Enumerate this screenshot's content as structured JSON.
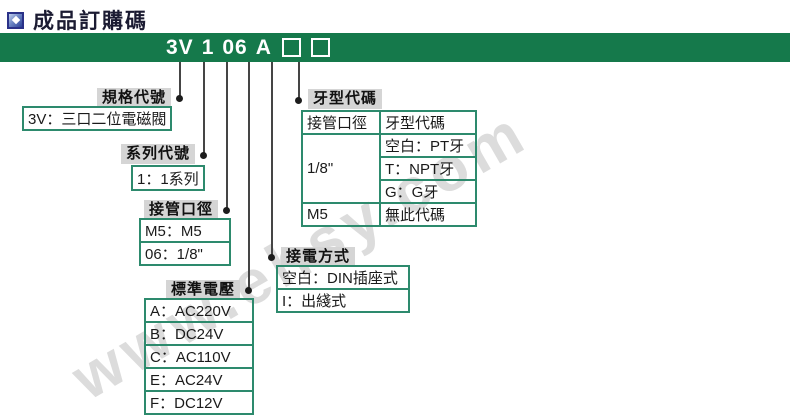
{
  "page": {
    "title": "成品訂購碼",
    "watermark": "www.ehsy.com"
  },
  "banner": {
    "code_parts": [
      "3V",
      "1",
      "06",
      "A"
    ],
    "placeholder_count": 2
  },
  "sections": {
    "spec": {
      "label": "規格代號",
      "rows": [
        "3V：三口二位電磁閥"
      ]
    },
    "series": {
      "label": "系列代號",
      "rows": [
        "1：1系列"
      ]
    },
    "port": {
      "label": "接管口徑",
      "rows": [
        "M5：M5",
        "06：1/8\""
      ]
    },
    "voltage": {
      "label": "標準電壓",
      "rows": [
        "A：AC220V",
        "B：DC24V",
        "C：AC110V",
        "E：AC24V",
        "F：DC12V"
      ]
    },
    "electrical": {
      "label": "接電方式",
      "rows": [
        "空白：DIN插座式",
        "I：出綫式"
      ]
    },
    "thread": {
      "label": "牙型代碼",
      "table": {
        "headers": [
          "接管口徑",
          "牙型代碼"
        ],
        "groups": [
          {
            "port": "1/8\"",
            "codes": [
              "空白：PT牙",
              "T：NPT牙",
              "G：G牙"
            ]
          },
          {
            "port": "M5",
            "codes": [
              "無此代碼"
            ]
          }
        ]
      }
    }
  },
  "colors": {
    "banner_green": "#15794b",
    "box_border_green": "#2d8a6d",
    "label_gray": "#d5d5d5",
    "watermark_gray": "#dcdcdc",
    "title_navy": "#1b1b32"
  }
}
